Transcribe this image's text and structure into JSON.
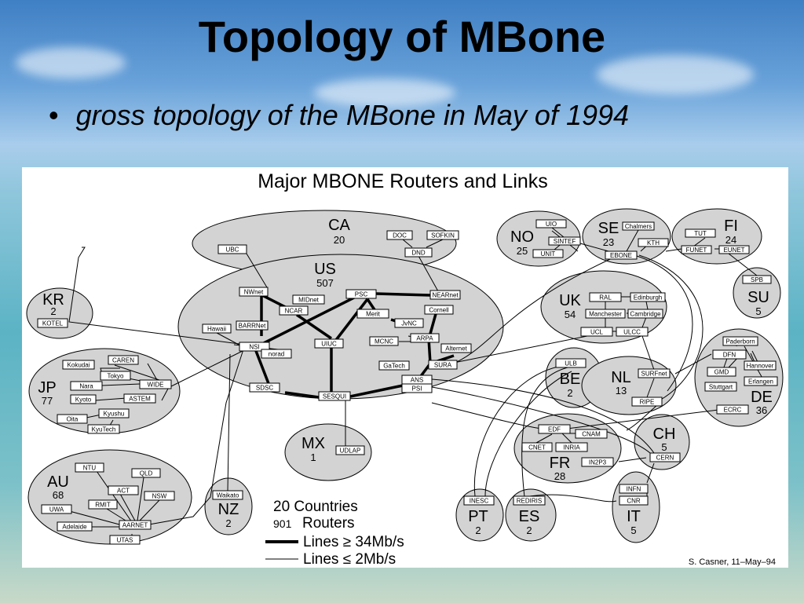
{
  "slide": {
    "title": "Topology of MBone",
    "bullet_marker": "•",
    "bullet": "gross topology of the MBone in May of 1994"
  },
  "diagram": {
    "title": "Major MBONE Routers and Links",
    "credit": "S. Casner,  11–May–94",
    "legend": {
      "countries": "20 Countries",
      "routers_count": "901",
      "routers_label": "Routers",
      "thick_label": "Lines ≥ 34Mb/s",
      "thin_label": "Lines ≤ 2Mb/s"
    },
    "regions": {
      "ca": {
        "name": "CA",
        "count": "20"
      },
      "us": {
        "name": "US",
        "count": "507"
      },
      "kr": {
        "name": "KR",
        "count": "2"
      },
      "jp": {
        "name": "JP",
        "count": "77"
      },
      "au": {
        "name": "AU",
        "count": "68"
      },
      "nz": {
        "name": "NZ",
        "count": "2"
      },
      "mx": {
        "name": "MX",
        "count": "1"
      },
      "no": {
        "name": "NO",
        "count": "25"
      },
      "se": {
        "name": "SE",
        "count": "23"
      },
      "fi": {
        "name": "FI",
        "count": "24"
      },
      "su": {
        "name": "SU",
        "count": "5"
      },
      "uk": {
        "name": "UK",
        "count": "54"
      },
      "be": {
        "name": "BE",
        "count": "2"
      },
      "nl": {
        "name": "NL",
        "count": "13"
      },
      "de": {
        "name": "DE",
        "count": "36"
      },
      "fr": {
        "name": "FR",
        "count": "28"
      },
      "ch": {
        "name": "CH",
        "count": "5"
      },
      "pt": {
        "name": "PT",
        "count": "2"
      },
      "es": {
        "name": "ES",
        "count": "2"
      },
      "it": {
        "name": "IT",
        "count": "5"
      }
    },
    "routers": {
      "ubc": "UBC",
      "doc": "DOC",
      "sofkin": "SOFKIN",
      "dnd": "DND",
      "nwnet": "NWnet",
      "midnet": "MIDnet",
      "ncar": "NCAR",
      "barrnet": "BARRNet",
      "hawaii": "Hawaii",
      "nsi": "NSI",
      "norad": "norad",
      "psc": "PSC",
      "nearnet": "NEARnet",
      "cornell": "Cornell",
      "merit": "Merit",
      "jvnc": "JvNC",
      "arpa": "ARPA",
      "mcnc": "MCNC",
      "uiuc": "UIUC",
      "alternet": "Alternet",
      "gatech": "GaTech",
      "sura": "SURA",
      "ans": "ANS",
      "psi": "PSI",
      "sdsc": "SDSC",
      "sesqui": "SESQUI",
      "udlap": "UDLAP",
      "kotel": "KOTEL",
      "kokudai": "Kokudai",
      "caren": "CAREN",
      "tokyo": "Tokyo",
      "nara": "Nara",
      "wide": "WIDE",
      "kyoto": "Kyoto",
      "astem": "ASTEM",
      "kyushu": "Kyushu",
      "oita": "Oita",
      "kyutech": "KyuTech",
      "ntu": "NTU",
      "qld": "QLD",
      "act": "ACT",
      "rmit": "RMIT",
      "nsw": "NSW",
      "uwa": "UWA",
      "adelaide": "Adelaide",
      "aarnet": "AARNET",
      "utas": "UTAS",
      "waikato": "Waikato",
      "uio": "UIO",
      "sintef": "SINTEF",
      "unit": "UNIT",
      "chalmers": "Chalmers",
      "kth": "KTH",
      "ebone": "EBONE",
      "tut": "TUT",
      "funet": "FUNET",
      "eunet": "EUNET",
      "spb": "SPB",
      "ral": "RAL",
      "edinburgh": "Edinburgh",
      "manchester": "Manchester",
      "cambridge": "Cambridge",
      "ucl": "UCL",
      "ulcc": "ULCC",
      "ulb": "ULB",
      "surfnet": "SURFnet",
      "ripe": "RIPE",
      "paderborn": "Paderborn",
      "dfn": "DFN",
      "hannover": "Hannover",
      "gmd": "GMD",
      "erlangen": "Erlangen",
      "stuttgart": "Stuttgart",
      "ecrc": "ECRC",
      "edf": "EDF",
      "cnam": "CNAM",
      "cnet": "CNET",
      "inria": "INRIA",
      "in2p3": "IN2P3",
      "cern": "CERN",
      "infn": "INFN",
      "cnr": "CNR",
      "inesc": "INESC",
      "rediris": "REDIRIS"
    }
  }
}
